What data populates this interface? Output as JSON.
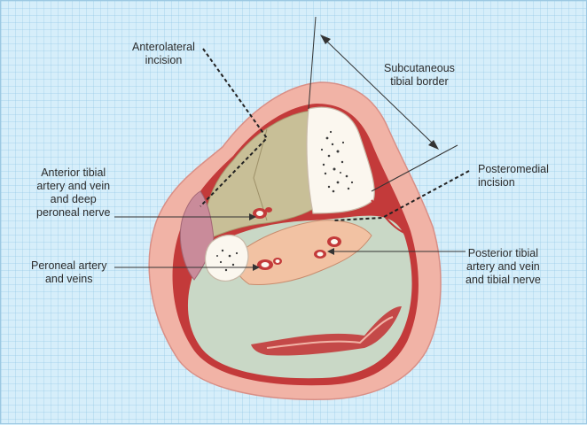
{
  "labels": {
    "anterolateral_incision": "Anterolateral\nincision",
    "subcutaneous_tibial_border": "Subcutaneous\ntibial border",
    "posteromedial_incision": "Posteromedial\nincision",
    "anterior_tibial": "Anterior tibial\nartery and vein\nand deep\nperoneal nerve",
    "peroneal_artery": "Peroneal artery\nand veins",
    "posterior_tibial": "Posterior tibial\nartery and vein\nand tibial nerve"
  },
  "colors": {
    "background": "#d6eefa",
    "skin": "#f1b3a6",
    "fascia": "#c33a3a",
    "posterior_compartment": "#c9d8c6",
    "anterior_compartment": "#c8bf97",
    "lateral_compartment": "#c98b9a",
    "deep_posterior_compartment": "#f2c2a3",
    "bone": "#fbf7ef"
  }
}
